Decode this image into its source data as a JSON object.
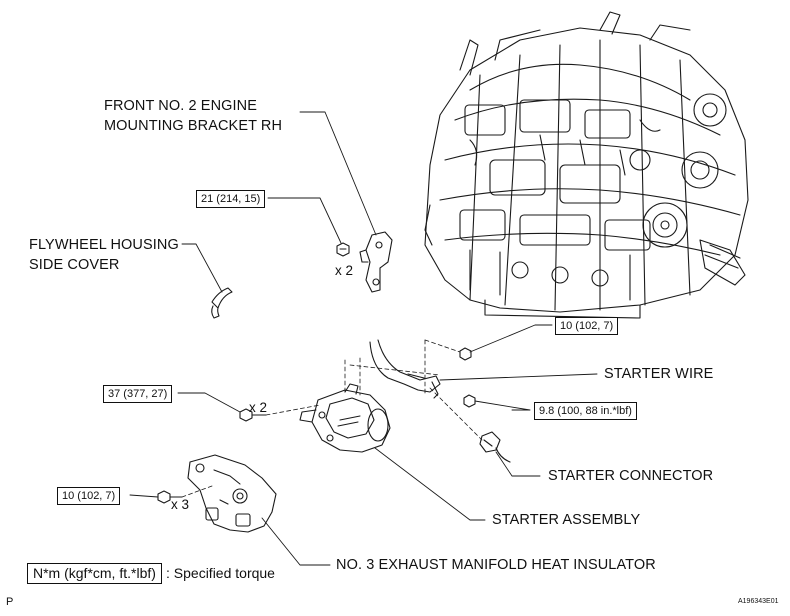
{
  "labels": {
    "bracket_line1": "FRONT NO. 2 ENGINE",
    "bracket_line2": "MOUNTING BRACKET RH",
    "flywheel_line1": "FLYWHEEL HOUSING",
    "flywheel_line2": "SIDE COVER",
    "starter_wire": "STARTER WIRE",
    "starter_connector": "STARTER CONNECTOR",
    "starter_assembly": "STARTER ASSEMBLY",
    "heat_insulator": "NO. 3 EXHAUST MANIFOLD HEAT INSULATOR"
  },
  "torques": {
    "t1": "21 (214, 15)",
    "t2": "10 (102, 7)",
    "t3": "37 (377, 27)",
    "t4": "9.8 (100, 88 in.*lbf)",
    "t5": "10 (102, 7)"
  },
  "quantities": {
    "q1": "x 2",
    "q2": "x 2",
    "q3": "x 3"
  },
  "legend": {
    "unit": "N*m (kgf*cm, ft.*lbf)",
    "desc": ": Specified torque"
  },
  "corner": {
    "left": "P",
    "right": "A196343E01"
  }
}
